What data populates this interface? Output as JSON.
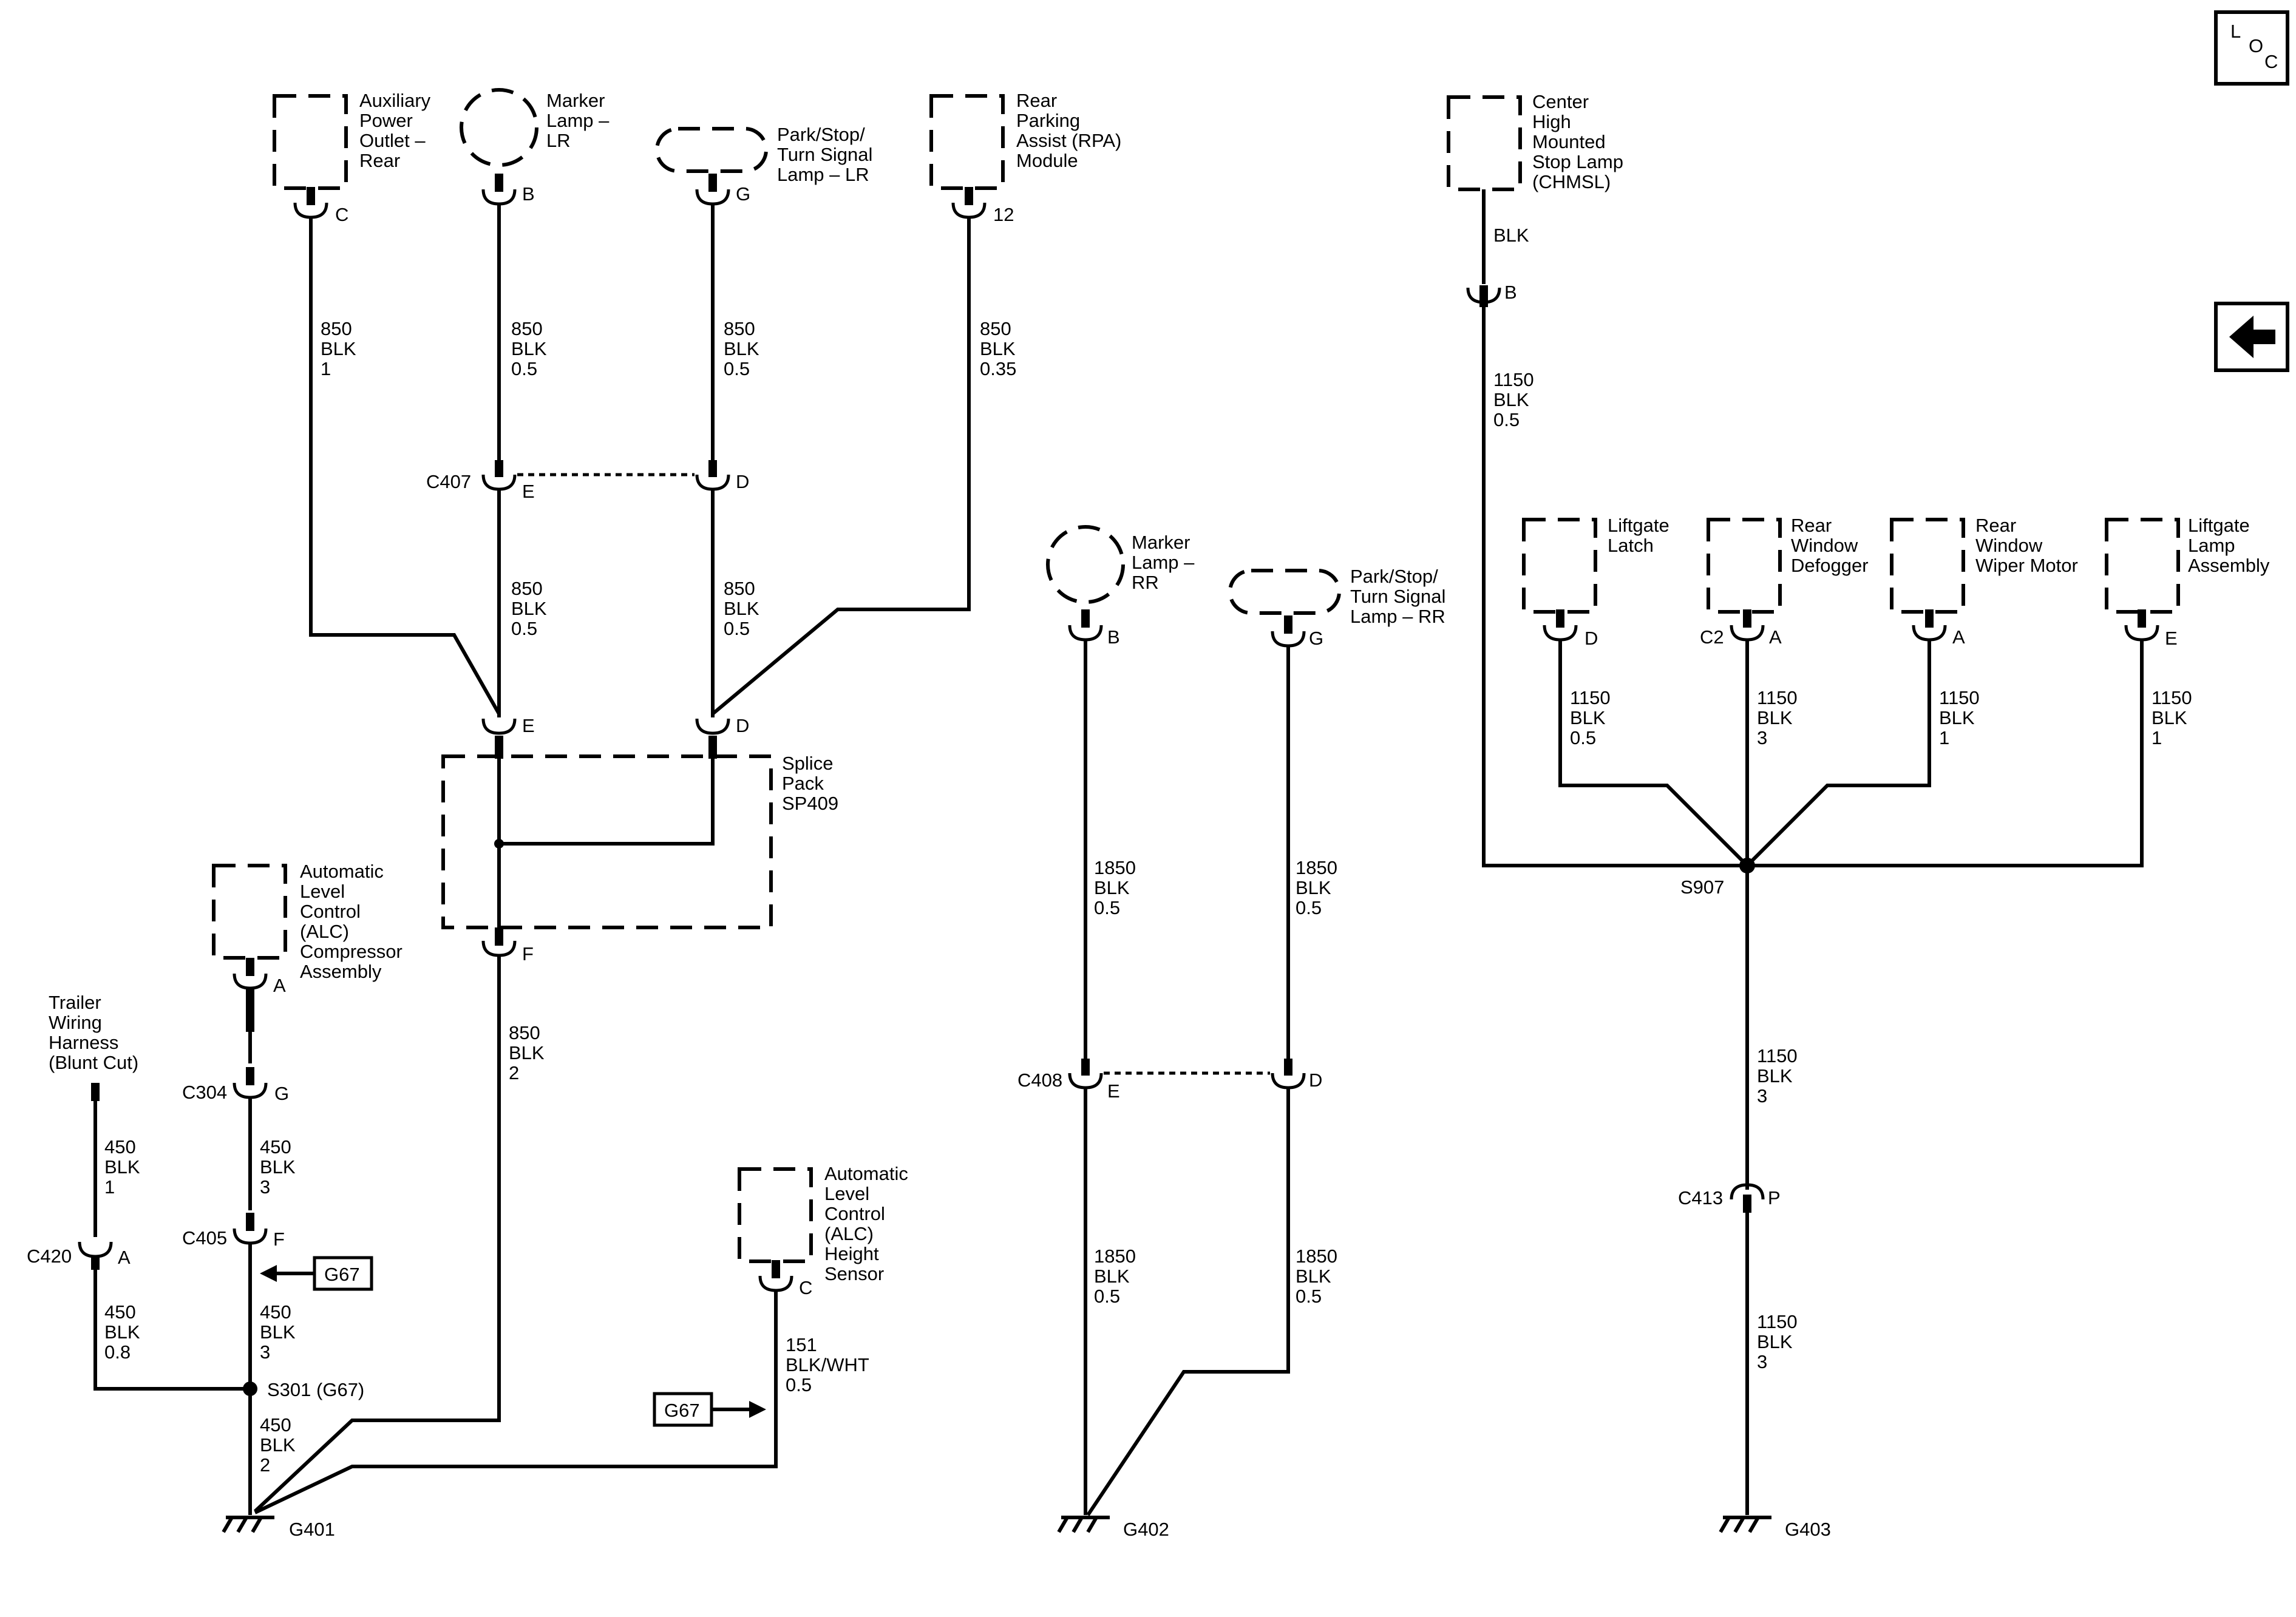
{
  "corner": {
    "loc_l": "L",
    "loc_o": "O",
    "loc_c": "C"
  },
  "components": {
    "aux_outlet": [
      "Auxiliary",
      "Power",
      "Outlet –",
      "Rear"
    ],
    "marker_lr": [
      "Marker",
      "Lamp –",
      "LR"
    ],
    "park_lr": [
      "Park/Stop/",
      "Turn Signal",
      "Lamp – LR"
    ],
    "rpa": [
      "Rear",
      "Parking",
      "Assist (RPA)",
      "Module"
    ],
    "chmsl": [
      "Center",
      "High",
      "Mounted",
      "Stop Lamp",
      "(CHMSL)"
    ],
    "marker_rr": [
      "Marker",
      "Lamp –",
      "RR"
    ],
    "park_rr": [
      "Park/Stop/",
      "Turn Signal",
      "Lamp – RR"
    ],
    "liftgate_latch": [
      "Liftgate",
      "Latch"
    ],
    "defogger": [
      "Rear",
      "Window",
      "Defogger"
    ],
    "wiper": [
      "Rear",
      "Window",
      "Wiper Motor"
    ],
    "liftgate_lamp": [
      "Liftgate",
      "Lamp",
      "Assembly"
    ],
    "splice": [
      "Splice",
      "Pack",
      "SP409"
    ],
    "alc_comp": [
      "Automatic",
      "Level",
      "Control",
      "(ALC)",
      "Compressor",
      "Assembly"
    ],
    "trailer": [
      "Trailer",
      "Wiring",
      "Harness",
      "(Blunt Cut)"
    ],
    "alc_sensor": [
      "Automatic",
      "Level",
      "Control",
      "(ALC)",
      "Height",
      "Sensor"
    ]
  },
  "pins": {
    "aux_c": "C",
    "marker_lr_b": "B",
    "park_lr_g": "G",
    "rpa_12": "12",
    "c407_name": "C407",
    "c407_e": "E",
    "c407_d": "D",
    "sp_e": "E",
    "sp_d": "D",
    "sp_f": "F",
    "chmsl_b": "B",
    "marker_rr_b": "B",
    "park_rr_g": "G",
    "c408_name": "C408",
    "c408_e": "E",
    "c408_d": "D",
    "latch_d": "D",
    "defog_c2": "C2",
    "defog_a": "A",
    "wiper_a": "A",
    "lamp_e": "E",
    "c413_name": "C413",
    "c413_p": "P",
    "alc_a": "A",
    "c304_name": "C304",
    "c304_g": "G",
    "c405_name": "C405",
    "c405_f": "F",
    "c420_name": "C420",
    "c420_a": "A",
    "alc_sensor_c": "C"
  },
  "wires": {
    "w1": [
      "850",
      "BLK",
      "1"
    ],
    "w2": [
      "850",
      "BLK",
      "0.5"
    ],
    "w3": [
      "850",
      "BLK",
      "0.5"
    ],
    "w4": [
      "850",
      "BLK",
      "0.35"
    ],
    "w5": [
      "850",
      "BLK",
      "0.5"
    ],
    "w6": [
      "850",
      "BLK",
      "0.5"
    ],
    "w7": [
      "850",
      "BLK",
      "2"
    ],
    "chmsl_blk": "BLK",
    "w8": [
      "1150",
      "BLK",
      "0.5"
    ],
    "w9": [
      "1150",
      "BLK",
      "0.5"
    ],
    "w10": [
      "1150",
      "BLK",
      "3"
    ],
    "w11": [
      "1150",
      "BLK",
      "1"
    ],
    "w12": [
      "1150",
      "BLK",
      "1"
    ],
    "w13": [
      "1150",
      "BLK",
      "3"
    ],
    "w14": [
      "1150",
      "BLK",
      "3"
    ],
    "w15": [
      "1850",
      "BLK",
      "0.5"
    ],
    "w16": [
      "1850",
      "BLK",
      "0.5"
    ],
    "w17": [
      "1850",
      "BLK",
      "0.5"
    ],
    "w18": [
      "1850",
      "BLK",
      "0.5"
    ],
    "w19": [
      "450",
      "BLK",
      "1"
    ],
    "w20": [
      "450",
      "BLK",
      "3"
    ],
    "w21": [
      "450",
      "BLK",
      "0.8"
    ],
    "w22": [
      "450",
      "BLK",
      "3"
    ],
    "w23": [
      "450",
      "BLK",
      "2"
    ],
    "w24": [
      "151",
      "BLK/WHT",
      "0.5"
    ]
  },
  "splices": {
    "s907": "S907",
    "s301": "S301 (G67)"
  },
  "grounds": {
    "g401": "G401",
    "g402": "G402",
    "g403": "G403"
  },
  "refs": {
    "g67_a": "G67",
    "g67_b": "G67"
  }
}
